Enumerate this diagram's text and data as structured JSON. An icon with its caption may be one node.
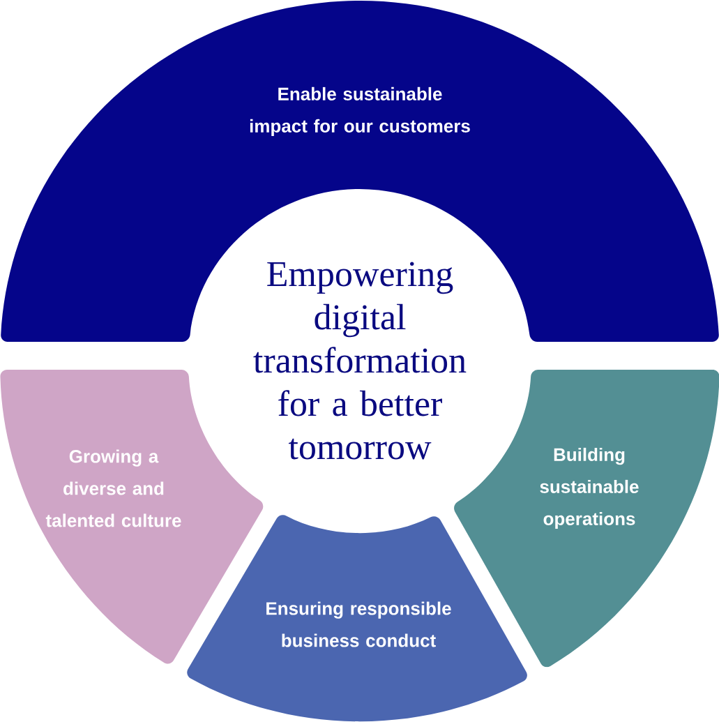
{
  "diagram": {
    "nodes": [
      {
        "text": [
          "Enable sustainable impact for our customers"
        ]
      },
      {
        "text": [
          "Growing a diverse and talented culture"
        ]
      },
      {
        "text": [
          "Ensuring responsible business conduct"
        ]
      },
      {
        "text": [
          "Building sustainable operations"
        ]
      }
    ],
    "labels": [
      "Empowering digital transformation for a better tomorrow"
    ]
  }
}
